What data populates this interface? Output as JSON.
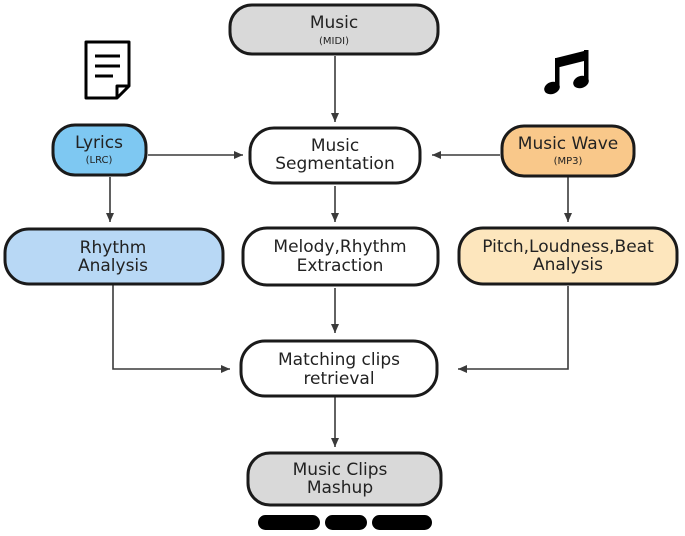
{
  "nodes": {
    "music_midi": {
      "label": "Music",
      "sub": "(MIDI)",
      "fill": "#d9d9d9"
    },
    "lyrics": {
      "label": "Lyrics",
      "sub": "(LRC)",
      "fill": "#7ec8f2"
    },
    "segmentation": {
      "line1": "Music",
      "line2": "Segmentation",
      "fill": "#ffffff"
    },
    "music_wave": {
      "label": "Music Wave",
      "sub": "(MP3)",
      "fill": "#f9c88a"
    },
    "rhythm_analysis": {
      "line1": "Rhythm",
      "line2": "Analysis",
      "fill": "#b8d8f5"
    },
    "melody_extraction": {
      "line1": "Melody,Rhythm",
      "line2": "Extraction",
      "fill": "#ffffff"
    },
    "pitch_analysis": {
      "line1": "Pitch,Loudness,Beat",
      "line2": "Analysis",
      "fill": "#fde6bd"
    },
    "matching": {
      "line1": "Matching clips",
      "line2": "retrieval",
      "fill": "#ffffff"
    },
    "mashup": {
      "line1": "Music Clips",
      "line2": "Mashup",
      "fill": "#d9d9d9"
    }
  },
  "icons": {
    "lyrics_icon": "document-icon",
    "wave_icon": "music-note-icon",
    "output_bars": "timeline-segments-icon"
  },
  "colors": {
    "stroke": "#1a1a1a",
    "arrow": "#3a3a3a"
  }
}
